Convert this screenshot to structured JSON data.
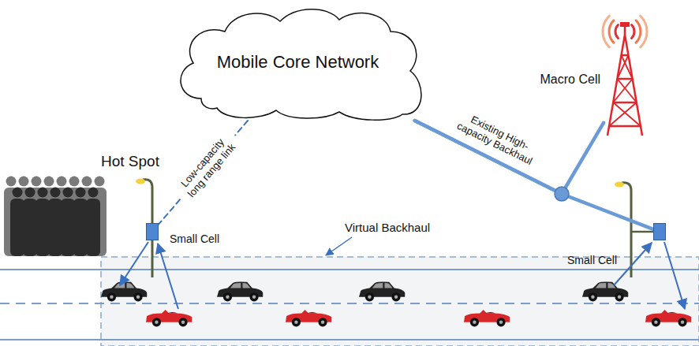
{
  "diagram": {
    "nodes": [
      {
        "text": [
          "Mobile Core Network"
        ]
      },
      {
        "text": [
          "Small Cell"
        ]
      },
      {
        "text": [
          "Small Cell"
        ]
      },
      {
        "text": [
          "Macro Cell"
        ]
      }
    ],
    "edges": [
      {
        "from": 0,
        "to": 1,
        "label": "Low-capacity long range link",
        "arrow": "none"
      },
      {
        "from": 0,
        "to": 2,
        "label": "Existing High-capacity Backhaul",
        "arrow": "none"
      },
      {
        "from": 0,
        "to": 3,
        "arrow": "none"
      }
    ],
    "labels": [
      "Hot Spot",
      "Virtual Backhaul"
    ]
  }
}
